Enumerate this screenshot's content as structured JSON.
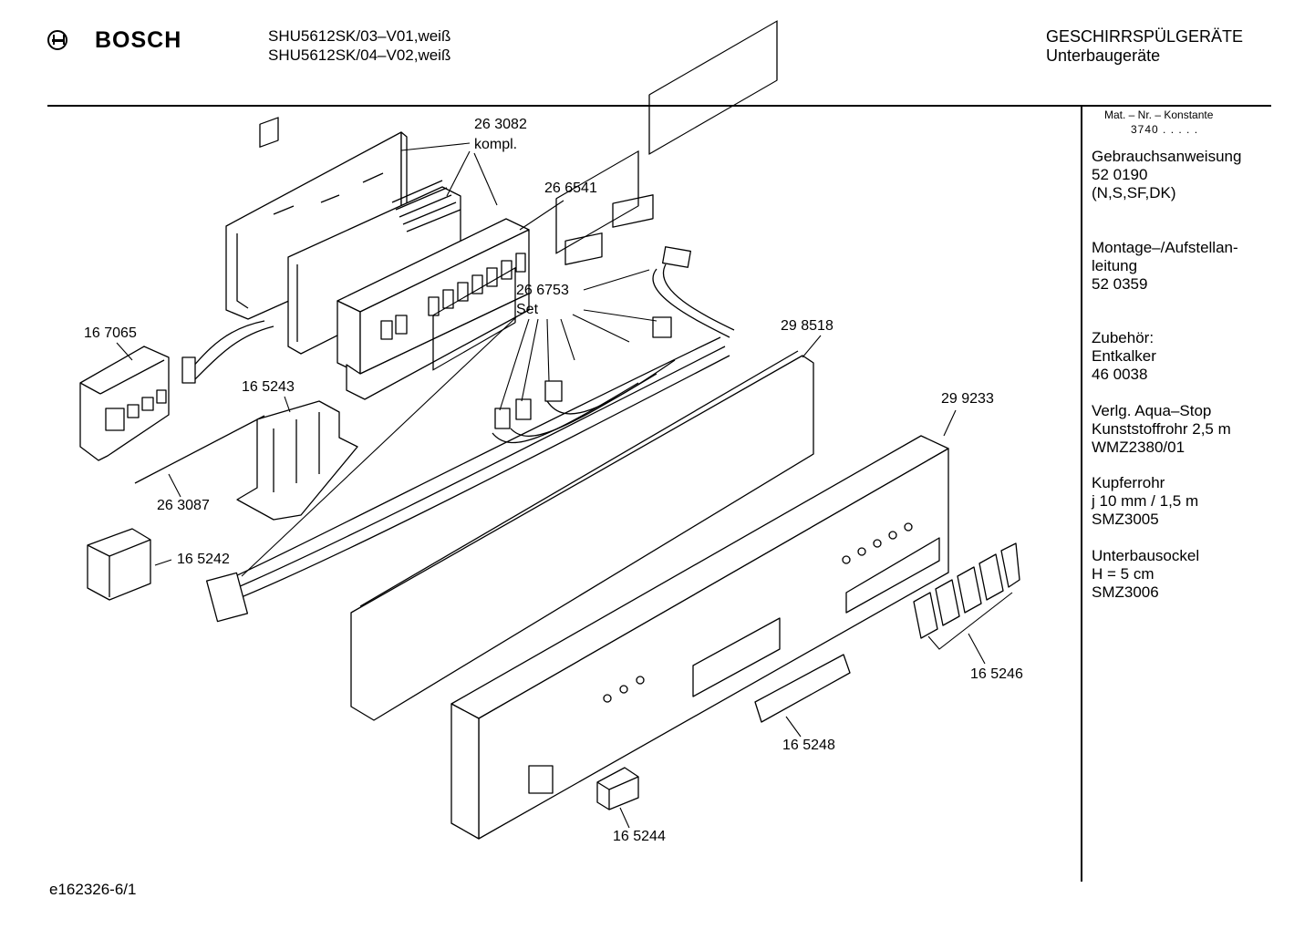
{
  "header": {
    "brand": "BOSCH",
    "models": [
      "SHU5612SK/03–V01,weiß",
      "SHU5612SK/04–V02,weiß"
    ],
    "category": "GESCHIRRSPÜLGERÄTE",
    "subcategory": "Unterbaugeräte"
  },
  "sidebar": {
    "mat_label": "Mat. – Nr. – Konstante",
    "mat_value": "3740 . . . . .",
    "docs": [
      {
        "title": "Gebrauchsanweisung",
        "lines": [
          "52 0190",
          "(N,S,SF,DK)"
        ]
      },
      {
        "title": "Montage–/Aufstellan-",
        "lines": [
          "leitung",
          "52 0359"
        ]
      },
      {
        "title": "Zubehör:",
        "lines": [
          "Entkalker",
          "46 0038"
        ]
      },
      {
        "title": "Verlg. Aqua–Stop",
        "lines": [
          "Kunststoffrohr 2,5 m",
          "WMZ2380/01"
        ]
      },
      {
        "title": "Kupferrohr",
        "lines": [
          "j 10 mm / 1,5 m",
          "SMZ3005"
        ]
      },
      {
        "title": "Unterbausockel",
        "lines": [
          "H = 5 cm",
          "SMZ3006"
        ]
      }
    ]
  },
  "parts": {
    "p263082": "26 3082",
    "p263082_note": "kompl.",
    "p266541": "26 6541",
    "p266753": "26 6753",
    "p266753_note": "Set",
    "p167065": "16 7065",
    "p165243": "16 5243",
    "p263087": "26 3087",
    "p165242": "16 5242",
    "p298518": "29 8518",
    "p299233": "29 9233",
    "p165246": "16 5246",
    "p165248": "16 5248",
    "p165244": "16 5244"
  },
  "footer": {
    "drawing_id": "e162326-6/1"
  }
}
